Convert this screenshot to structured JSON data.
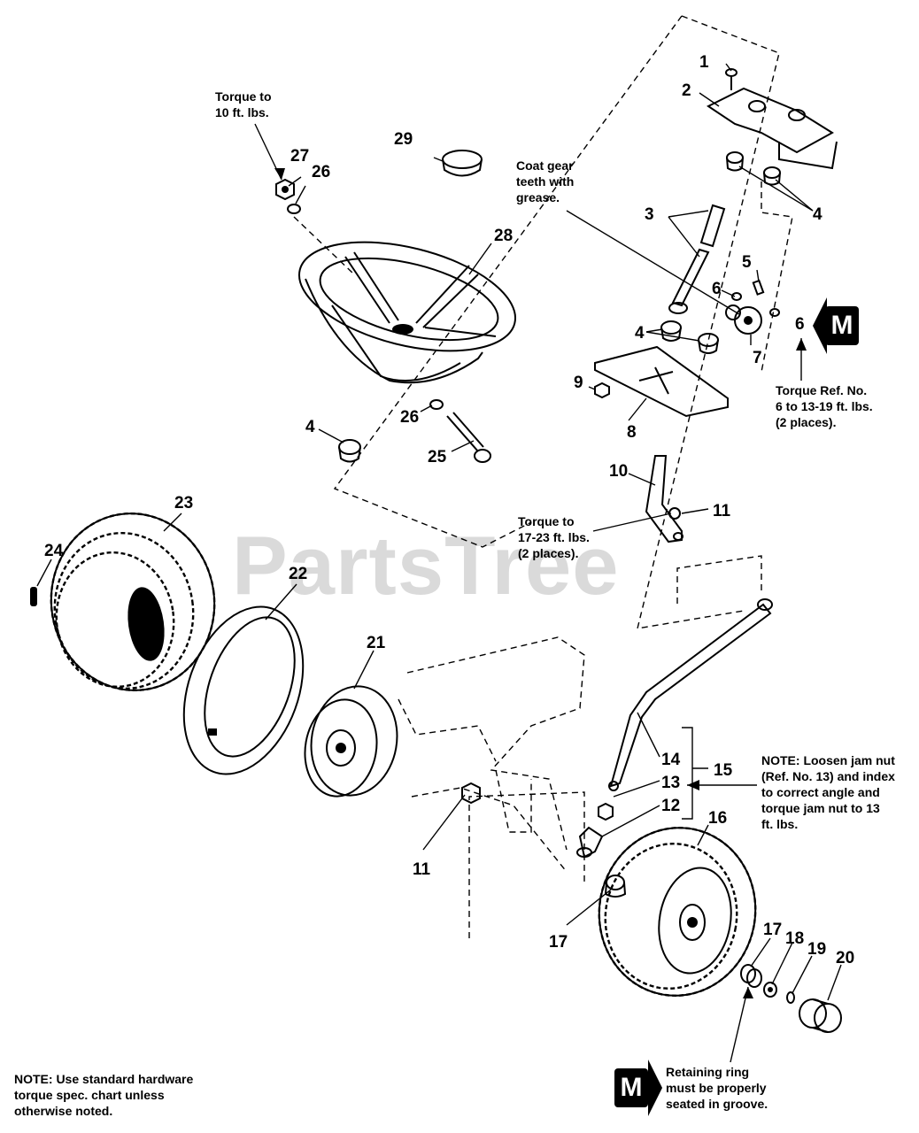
{
  "notes": {
    "torque_27": "Torque to\n10 ft. lbs.",
    "coat_gear": "Coat gear\nteeth with\ngrease.",
    "torque_6": "Torque Ref. No.\n6 to 13-19 ft. lbs.\n(2 places).",
    "torque_11": "Torque to\n17-23 ft. lbs.\n(2 places).",
    "jam_nut": "NOTE: Loosen jam nut\n(Ref. No. 13) and index\nto correct angle and\ntorque jam nut to 13\nft. lbs.",
    "hardware": "NOTE: Use standard hardware\ntorque spec. chart unless\notherwise noted.",
    "retaining_ring": "Retaining ring\nmust be properly\nseated in groove."
  },
  "badges": {
    "m_top": "M",
    "m_bottom": "M"
  },
  "watermark": "PartsTree",
  "callouts": {
    "c1": "1",
    "c2": "2",
    "c3": "3",
    "c4a": "4",
    "c4b": "4",
    "c4c": "4",
    "c5": "5",
    "c6a": "6",
    "c6b": "6",
    "c7": "7",
    "c8": "8",
    "c9": "9",
    "c10": "10",
    "c11a": "11",
    "c11b": "11",
    "c12": "12",
    "c13": "13",
    "c14": "14",
    "c15": "15",
    "c16": "16",
    "c17a": "17",
    "c17b": "17",
    "c18": "18",
    "c19": "19",
    "c20": "20",
    "c21": "21",
    "c22": "22",
    "c23": "23",
    "c24": "24",
    "c25": "25",
    "c26a": "26",
    "c26b": "26",
    "c27": "27",
    "c28": "28",
    "c29": "29"
  }
}
